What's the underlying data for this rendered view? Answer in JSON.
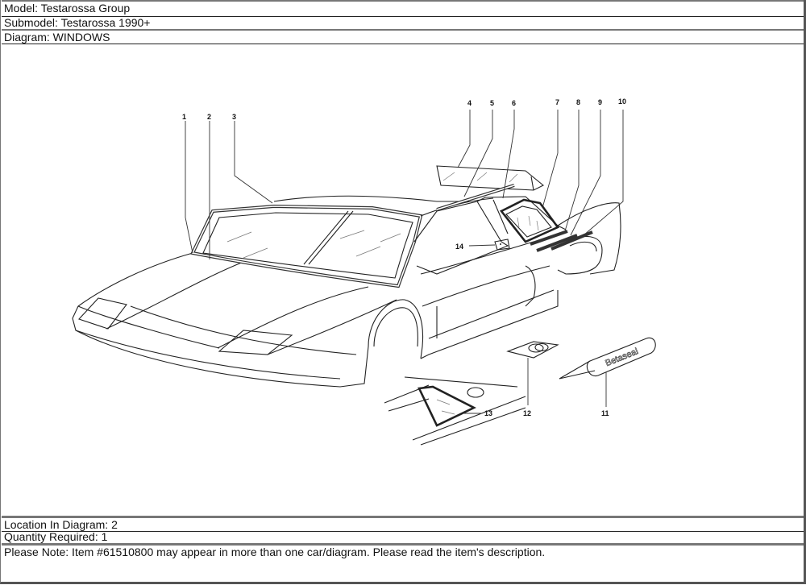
{
  "header": {
    "model": "Model: Testarossa Group",
    "submodel": "Submodel: Testarossa 1990+",
    "diagram": "Diagram: WINDOWS"
  },
  "diagram": {
    "callouts": [
      "1",
      "2",
      "3",
      "4",
      "5",
      "6",
      "7",
      "8",
      "9",
      "10",
      "11",
      "12",
      "13",
      "14"
    ],
    "tube_brand": "Betaseal"
  },
  "footer": {
    "location": "Location In Diagram: 2",
    "quantity": "Quantity Required: 1",
    "note": "Please Note: Item #61510800 may appear in more than one car/diagram. Please read the item's description."
  }
}
